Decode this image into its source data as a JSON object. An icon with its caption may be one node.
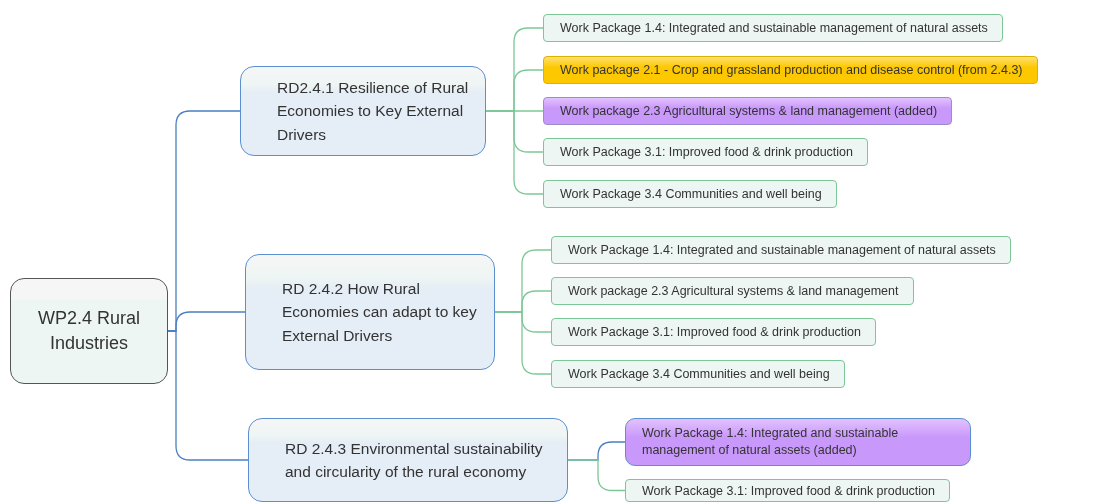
{
  "diagram": {
    "nodes": [
      {
        "text": [
          "WP2.4 Rural Industries"
        ]
      },
      {
        "text": [
          "RD2.4.1 Resilience of Rural Economies to Key External Drivers"
        ]
      },
      {
        "text": [
          "Work Package 1.4: Integrated and sustainable management of natural assets"
        ]
      },
      {
        "text": [
          "Work package 2.1 - Crop and grassland production and disease control (from 2.4.3)"
        ]
      },
      {
        "text": [
          "Work package 2.3 Agricultural systems & land management (added)"
        ]
      },
      {
        "text": [
          "Work Package 3.1:  Improved food & drink production"
        ]
      },
      {
        "text": [
          "Work Package 3.4 Communities and well being"
        ]
      },
      {
        "text": [
          "RD 2.4.2 How Rural Economies can adapt to key External Drivers"
        ]
      },
      {
        "text": [
          "Work Package 1.4: Integrated and sustainable management of natural assets"
        ]
      },
      {
        "text": [
          "Work package 2.3 Agricultural systems & land management"
        ]
      },
      {
        "text": [
          "Work Package 3.1:  Improved food & drink production"
        ]
      },
      {
        "text": [
          "Work Package 3.4 Communities and well being"
        ]
      },
      {
        "text": [
          "RD 2.4.3 Environmental sustainability and circularity of the rural economy"
        ]
      },
      {
        "text": [
          "Work Package 1.4: Integrated and sustainable management of natural assets (added)"
        ]
      },
      {
        "text": [
          "Work Package 3.1:  Improved food & drink production"
        ]
      }
    ],
    "edges": [
      {
        "from": 0,
        "to": 1,
        "arrow": "none",
        "color": "#4a7fc1"
      },
      {
        "from": 1,
        "to": 2,
        "arrow": "none"
      },
      {
        "from": 1,
        "to": 3,
        "arrow": "none"
      },
      {
        "from": 1,
        "to": 4,
        "arrow": "none"
      },
      {
        "from": 1,
        "to": 5,
        "arrow": "none"
      },
      {
        "from": 1,
        "to": 6,
        "arrow": "none"
      },
      {
        "from": 0,
        "to": 7,
        "arrow": "none",
        "color": "#4a7fc1"
      },
      {
        "from": 7,
        "to": 8,
        "arrow": "none"
      },
      {
        "from": 7,
        "to": 9,
        "arrow": "none"
      },
      {
        "from": 7,
        "to": 10,
        "arrow": "none"
      },
      {
        "from": 7,
        "to": 11,
        "arrow": "none"
      },
      {
        "from": 0,
        "to": 12,
        "arrow": "none",
        "color": "#4a7fc1"
      },
      {
        "from": 12,
        "to": 13,
        "arrow": "none",
        "color": "#4a7fc1"
      },
      {
        "from": 12,
        "to": 14,
        "arrow": "none"
      }
    ]
  }
}
